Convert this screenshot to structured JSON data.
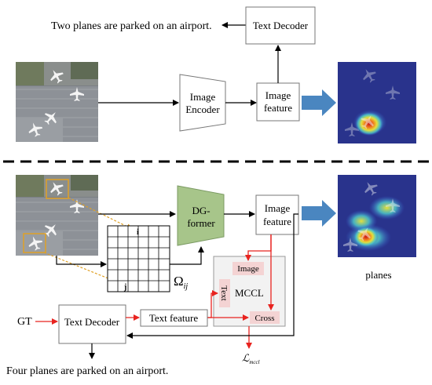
{
  "top": {
    "caption": "Two planes are parked on an airport.",
    "text_decoder": "Text Decoder",
    "image_encoder": [
      "Image",
      "Encoder"
    ],
    "image_feature": [
      "Image",
      "feature"
    ]
  },
  "bottom": {
    "dg_former": [
      "DG-",
      "former"
    ],
    "image_feature": [
      "Image",
      "feature"
    ],
    "grid_label_i": "i",
    "grid_label_j": "j",
    "omega_symbol": "Ω",
    "omega_subscript": "ij",
    "heatmap_label": "planes",
    "mccl": {
      "title": "MCCL",
      "image": "Image",
      "text": "Text",
      "cross": "Cross"
    },
    "gt": "GT",
    "text_decoder": "Text Decoder",
    "text_feature": "Text feature",
    "loss_symbol": "ℒ",
    "loss_subscript": "mccl",
    "caption": "Four planes are parked on an airport."
  },
  "colors": {
    "red_arrow": "#e8231f",
    "blue_arrow": "#4a86c0",
    "green_box": "#a7c58a",
    "orange_box": "#e0a126",
    "pink_box": "#f4d3d3",
    "mccl_bg": "#f2f2f2"
  }
}
